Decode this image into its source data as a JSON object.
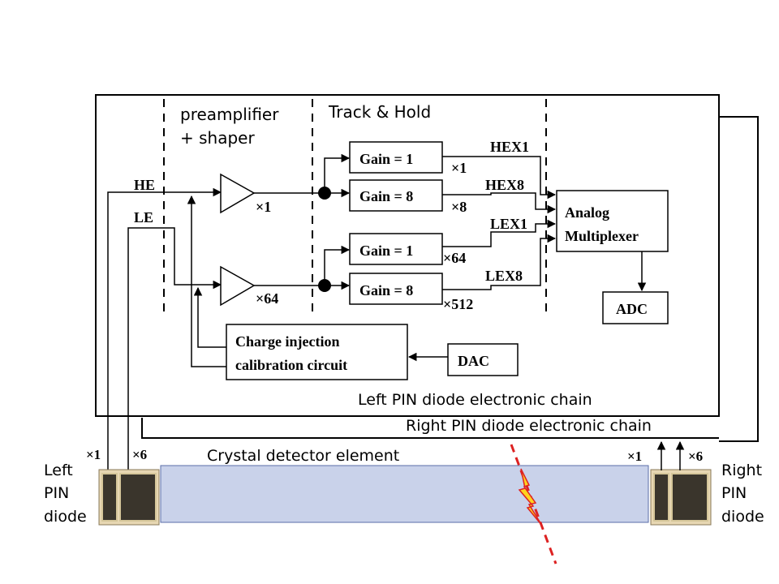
{
  "stages": {
    "preamp_line1": "preamplifier",
    "preamp_line2": "+ shaper",
    "track_hold": "Track &  Hold"
  },
  "inputs": {
    "he": "HE",
    "le": "LE"
  },
  "amp_gains": {
    "amp1": "×1",
    "amp2": "×64"
  },
  "gain_boxes": [
    "Gain = 1",
    "Gain = 8",
    "Gain = 1",
    "Gain = 8"
  ],
  "path_gains": [
    "×1",
    "×8",
    "×64",
    "×512"
  ],
  "outputs": [
    "HEX1",
    "HEX8",
    "LEX1",
    "LEX8"
  ],
  "blocks": {
    "mux_line1": "Analog",
    "mux_line2": "Multiplexer",
    "adc": "ADC",
    "dac": "DAC",
    "charge_line1": "Charge injection",
    "charge_line2": "calibration circuit"
  },
  "chains": {
    "left": "Left PIN diode electronic chain",
    "right": "Right PIN diode electronic chain"
  },
  "detector": {
    "label": "Crystal detector element",
    "left_x1": "×1",
    "left_x6": "×6",
    "right_x1": "×1",
    "right_x6": "×6",
    "left_line1": "Left",
    "left_line2": "PIN",
    "left_line3": "diode",
    "right_line1": "Right",
    "right_line2": "PIN",
    "right_line3": "diode"
  },
  "colors": {
    "crystal_fill": "#c9d2ea",
    "particle_track": "#dd2222",
    "hit_flash": "#ffd21f"
  }
}
